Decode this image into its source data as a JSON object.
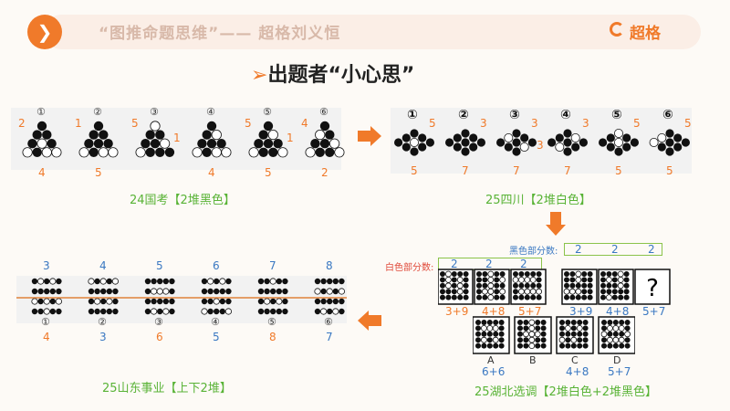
{
  "header": {
    "title": "“图推命题思维”—— 超格刘义恒",
    "brand": "超格"
  },
  "heading": "出题者“小心思”",
  "top_left": {
    "caption": "24国考【2堆黑色】",
    "circles": [
      "①",
      "②",
      "③",
      "④",
      "⑤",
      "⑥"
    ],
    "top_numbers": [
      "2",
      "1",
      "5",
      "",
      "5",
      "4"
    ],
    "side_numbers": [
      "",
      "",
      "1",
      "",
      "1",
      ""
    ],
    "bottom_numbers": [
      "4",
      "5",
      "",
      "4",
      "5",
      "2"
    ]
  },
  "top_right": {
    "caption": "25四川【2堆白色】",
    "circles": [
      "①",
      "②",
      "③",
      "④",
      "⑤",
      "⑥"
    ],
    "right_numbers": [
      "5",
      "3",
      "3",
      "3",
      "5",
      "5"
    ],
    "right2_numbers": [
      "",
      "",
      "3",
      "",
      "",
      ""
    ],
    "bottom_numbers": [
      "5",
      "7",
      "7",
      "7",
      "5",
      "5"
    ]
  },
  "bottom_left": {
    "caption": "25山东事业【上下2堆】",
    "circles": [
      "①",
      "②",
      "③",
      "④",
      "⑤",
      "⑥"
    ],
    "top_numbers": [
      "3",
      "4",
      "5",
      "6",
      "7",
      "8"
    ],
    "bottom_numbers": [
      "4",
      "3",
      "6",
      "5",
      "8",
      "7"
    ]
  },
  "bottom_right": {
    "caption": "25湖北选调【2堆白色+2堆黑色】",
    "black_label": "黑色部分数:",
    "white_label": "白色部分数:",
    "black_counts": [
      "2",
      "2",
      "2"
    ],
    "white_counts": [
      "2",
      "2",
      "2"
    ],
    "row1_sums": [
      "3+9",
      "4+8",
      "5+7",
      "3+9",
      "4+8",
      "5+7"
    ],
    "question_mark": "?",
    "options": [
      "A",
      "B",
      "C",
      "D"
    ],
    "option_sums": [
      "6+6",
      "",
      "4+8",
      "5+7"
    ]
  }
}
